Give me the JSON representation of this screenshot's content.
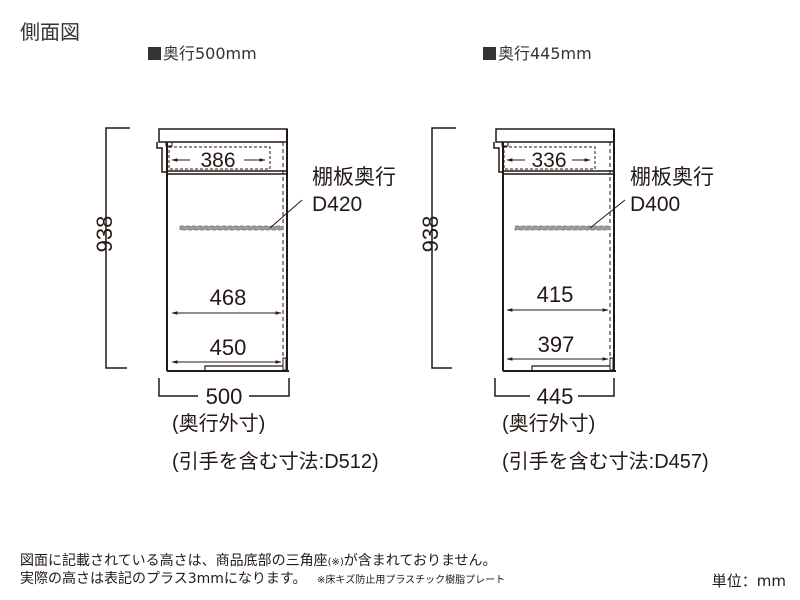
{
  "title": "側面図",
  "unit_label": "単位：mm",
  "diagrams": [
    {
      "spec_label": "奥行500mm",
      "height": "938",
      "drawer_inner": "386",
      "shelf_label_line1": "棚板奥行",
      "shelf_label_line2": "D420",
      "inner_upper": "468",
      "inner_lower": "450",
      "outer_depth": "500",
      "outer_depth_caption": "(奥行外寸)",
      "handle_depth_caption": "(引手を含む寸法:D512)"
    },
    {
      "spec_label": "奥行445mm",
      "height": "938",
      "drawer_inner": "336",
      "shelf_label_line1": "棚板奥行",
      "shelf_label_line2": "D400",
      "inner_upper": "415",
      "inner_lower": "397",
      "outer_depth": "445",
      "outer_depth_caption": "(奥行外寸)",
      "handle_depth_caption": "(引手を含む寸法:D457)"
    }
  ],
  "notes": {
    "line1_a": "図面に記載されている高さは、商品底部の三角座",
    "line1_mark": "(※)",
    "line1_b": "が含まれておりません。",
    "line2": "実際の高さは表記のプラス3mmになります。",
    "footnote": "※床キズ防止用プラスチック樹脂プレート"
  },
  "colors": {
    "line": "#231815",
    "shelf": "#9a9a9a",
    "text": "#333333"
  }
}
